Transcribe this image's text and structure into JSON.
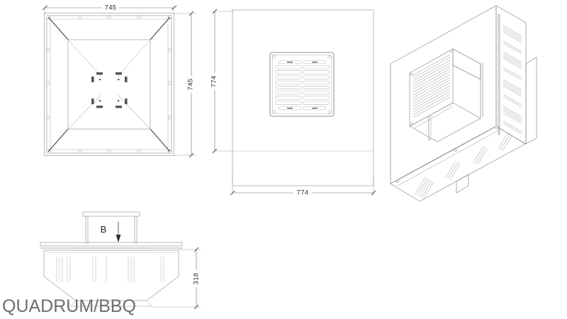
{
  "drawing": {
    "title_text": "QUADRUM/BBQ",
    "section_label": "B",
    "units": "mm"
  },
  "views": {
    "top": {
      "name": "top-view",
      "width_dim": "745",
      "height_dim": "745"
    },
    "front": {
      "name": "front-view",
      "width_dim": "774",
      "height_dim": "774",
      "grille": {
        "name": "louvre-grille",
        "louvre_rows": 11,
        "louvre_columns": 2,
        "corner_screws": 4
      }
    },
    "iso": {
      "name": "isometric-view",
      "left_panel_louvre_rows": 12,
      "right_panel_louvre_groups": 5,
      "bottom_strip_slot_groups": 5
    },
    "section": {
      "name": "section-b-view",
      "height_dim": "318",
      "slot_groups": 4
    }
  },
  "colors": {
    "line": "#9a9a9a",
    "line_dark": "#3d3d3d",
    "dimension_text": "#2e2e2e",
    "title_text": "#6e6e6e",
    "background": "#ffffff"
  }
}
